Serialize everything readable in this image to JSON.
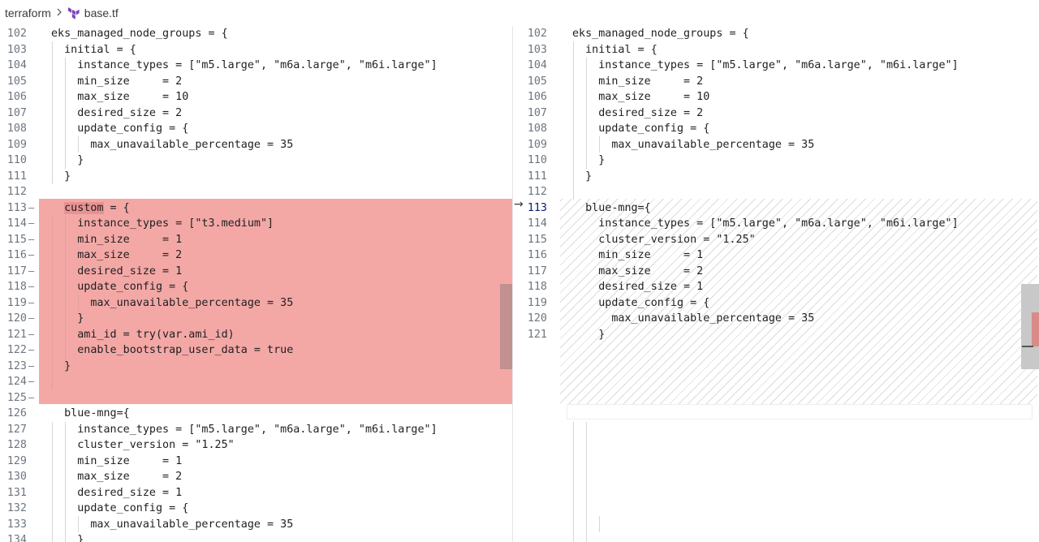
{
  "breadcrumb": {
    "folder": "terraform",
    "file": "base.tf"
  },
  "colors": {
    "removed_bg": "#f3a8a6",
    "removed_word": "#e89391",
    "terraform_icon": "#7b42bc",
    "line_number": "#6e7681",
    "active_line_number": "#0b216f"
  },
  "left_lines": [
    {
      "num": "102",
      "marker": "",
      "text": "eks_managed_node_groups = {"
    },
    {
      "num": "103",
      "marker": "",
      "text": "  initial = {"
    },
    {
      "num": "104",
      "marker": "",
      "text": "    instance_types = [\"m5.large\", \"m6a.large\", \"m6i.large\"]"
    },
    {
      "num": "105",
      "marker": "",
      "text": "    min_size     = 2"
    },
    {
      "num": "106",
      "marker": "",
      "text": "    max_size     = 10"
    },
    {
      "num": "107",
      "marker": "",
      "text": "    desired_size = 2"
    },
    {
      "num": "108",
      "marker": "",
      "text": "    update_config = {"
    },
    {
      "num": "109",
      "marker": "",
      "text": "      max_unavailable_percentage = 35"
    },
    {
      "num": "110",
      "marker": "",
      "text": "    }"
    },
    {
      "num": "111",
      "marker": "",
      "text": "  }"
    },
    {
      "num": "112",
      "marker": "",
      "text": ""
    },
    {
      "num": "113",
      "marker": "—",
      "text": "  custom = {"
    },
    {
      "num": "114",
      "marker": "—",
      "text": "    instance_types = [\"t3.medium\"]"
    },
    {
      "num": "115",
      "marker": "—",
      "text": "    min_size     = 1"
    },
    {
      "num": "116",
      "marker": "—",
      "text": "    max_size     = 2"
    },
    {
      "num": "117",
      "marker": "—",
      "text": "    desired_size = 1"
    },
    {
      "num": "118",
      "marker": "—",
      "text": "    update_config = {"
    },
    {
      "num": "119",
      "marker": "—",
      "text": "      max_unavailable_percentage = 35"
    },
    {
      "num": "120",
      "marker": "—",
      "text": "    }"
    },
    {
      "num": "121",
      "marker": "—",
      "text": "    ami_id = try(var.ami_id)"
    },
    {
      "num": "122",
      "marker": "—",
      "text": "    enable_bootstrap_user_data = true"
    },
    {
      "num": "123",
      "marker": "—",
      "text": "  }"
    },
    {
      "num": "124",
      "marker": "—",
      "text": ""
    },
    {
      "num": "125",
      "marker": "—",
      "text": ""
    },
    {
      "num": "126",
      "marker": "",
      "text": "  blue-mng={"
    },
    {
      "num": "127",
      "marker": "",
      "text": "    instance_types = [\"m5.large\", \"m6a.large\", \"m6i.large\"]"
    },
    {
      "num": "128",
      "marker": "",
      "text": "    cluster_version = \"1.25\""
    },
    {
      "num": "129",
      "marker": "",
      "text": "    min_size     = 1"
    },
    {
      "num": "130",
      "marker": "",
      "text": "    max_size     = 2"
    },
    {
      "num": "131",
      "marker": "",
      "text": "    desired_size = 1"
    },
    {
      "num": "132",
      "marker": "",
      "text": "    update_config = {"
    },
    {
      "num": "133",
      "marker": "",
      "text": "      max_unavailable_percentage = 35"
    },
    {
      "num": "134",
      "marker": "",
      "text": "    }"
    }
  ],
  "right_lines": [
    {
      "num": "102",
      "text": "eks_managed_node_groups = {"
    },
    {
      "num": "103",
      "text": "  initial = {"
    },
    {
      "num": "104",
      "text": "    instance_types = [\"m5.large\", \"m6a.large\", \"m6i.large\"]"
    },
    {
      "num": "105",
      "text": "    min_size     = 2"
    },
    {
      "num": "106",
      "text": "    max_size     = 10"
    },
    {
      "num": "107",
      "text": "    desired_size = 2"
    },
    {
      "num": "108",
      "text": "    update_config = {"
    },
    {
      "num": "109",
      "text": "      max_unavailable_percentage = 35"
    },
    {
      "num": "110",
      "text": "    }"
    },
    {
      "num": "111",
      "text": "  }"
    },
    {
      "num": "112",
      "text": ""
    },
    {
      "num": "113",
      "text": "  blue-mng={"
    },
    {
      "num": "114",
      "text": "    instance_types = [\"m5.large\", \"m6a.large\", \"m6i.large\"]"
    },
    {
      "num": "115",
      "text": "    cluster_version = \"1.25\""
    },
    {
      "num": "116",
      "text": "    min_size     = 1"
    },
    {
      "num": "117",
      "text": "    max_size     = 2"
    },
    {
      "num": "118",
      "text": "    desired_size = 1"
    },
    {
      "num": "119",
      "text": "    update_config = {"
    },
    {
      "num": "120",
      "text": "      max_unavailable_percentage = 35"
    },
    {
      "num": "121",
      "text": "    }"
    }
  ]
}
